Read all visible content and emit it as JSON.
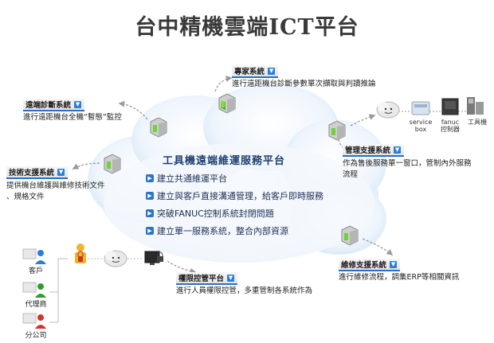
{
  "title": "台中精機雲端ICT平台",
  "cloud": {
    "heading": "工具機遠端維運服務平台",
    "bullets": [
      "建立共通維運平台",
      "建立與客戶直接溝通管理，給客戶即時服務",
      "突破FANUC控制系統封閉問題",
      "建立單一服務系統，整合內部資源"
    ]
  },
  "modules": {
    "expert": {
      "label": "專家系統",
      "desc": "進行遠距機台診斷參數單次擷取與判讀推論"
    },
    "remote_diag": {
      "label": "遠端診斷系統",
      "desc": "進行遠距機台全機“暫態”監控"
    },
    "tech_support": {
      "label": "技術支援系統",
      "desc_line1": "提供機台維護與維修技術文件",
      "desc_line2": "、規格文件"
    },
    "mgmt_support": {
      "label": "管理支援系統",
      "desc_line1": "作為售後服務單一窗口，管制內外服務",
      "desc_line2": "流程"
    },
    "repair_support": {
      "label": "維修支援系統",
      "desc": "進行維修流程，調集ERP等相關資訊"
    },
    "access_control": {
      "label": "權限控管平台",
      "desc": "進行人員權限控管，多重管制各系統作為"
    }
  },
  "devices": {
    "service_box_line1": "service",
    "service_box_line2": "box",
    "fanuc_line1": "fanuc",
    "fanuc_line2": "控制器",
    "machine_tool": "工具機"
  },
  "people": {
    "customer": "客戶",
    "agent": "代理商",
    "branch": "分公司"
  },
  "colors": {
    "accent": "#2a6fc4",
    "cloud": "#e9f2fb",
    "cube_green": "#55c21b",
    "arrow": "#9a9a9a"
  },
  "icons": [
    "chevron-down-icon",
    "server-cube-icon",
    "cloud-icon",
    "lock-icon",
    "person-icon",
    "monitor-icon"
  ]
}
